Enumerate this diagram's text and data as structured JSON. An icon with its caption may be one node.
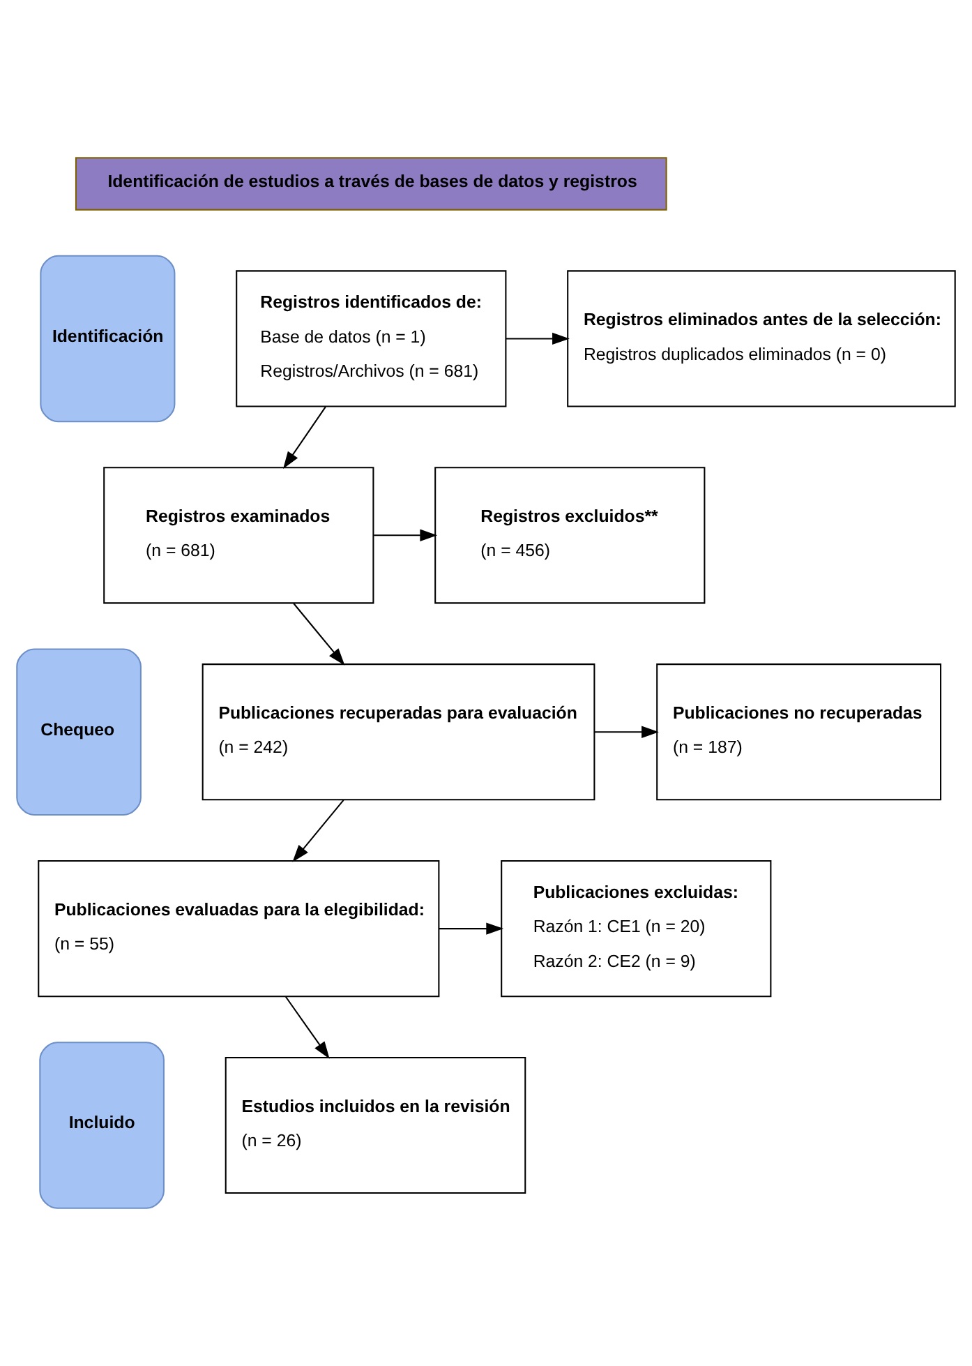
{
  "diagram": {
    "nodes": [
      {
        "text": [
          "Identificación de estudios a través de bases de datos y registros"
        ]
      },
      {
        "text": [
          "Identificación"
        ]
      },
      {
        "text": [
          "Chequeo"
        ]
      },
      {
        "text": [
          "Incluido"
        ]
      },
      {
        "text": [
          "Registros identificados de:",
          "Base de datos (n = 1)",
          "Registros/Archivos (n = 681)"
        ]
      },
      {
        "text": [
          "Registros eliminados antes de la selección:",
          "Registros duplicados eliminados (n = 0)"
        ]
      },
      {
        "text": [
          "Registros examinados",
          "(n = 681)"
        ]
      },
      {
        "text": [
          "Registros excluidos**",
          "(n = 456)"
        ]
      },
      {
        "text": [
          "Publicaciones recuperadas para evaluación",
          "(n = 242)"
        ]
      },
      {
        "text": [
          "Publicaciones no recuperadas",
          "(n = 187)"
        ]
      },
      {
        "text": [
          "Publicaciones evaluadas para la elegibilidad:",
          "(n = 55)"
        ]
      },
      {
        "text": [
          "Publicaciones excluidas:",
          "Razón 1: CE1 (n = 20)",
          "Razón 2: CE2 (n = 9)"
        ]
      },
      {
        "text": [
          "Estudios incluidos en la revisión",
          "(n = 26)"
        ]
      }
    ],
    "edges": [
      {
        "from": 4,
        "to": 5,
        "arrow": "to"
      },
      {
        "from": 4,
        "to": 6,
        "arrow": "to"
      },
      {
        "from": 6,
        "to": 7,
        "arrow": "to"
      },
      {
        "from": 6,
        "to": 8,
        "arrow": "to"
      },
      {
        "from": 8,
        "to": 9,
        "arrow": "to"
      },
      {
        "from": 8,
        "to": 10,
        "arrow": "to"
      },
      {
        "from": 10,
        "to": 11,
        "arrow": "to"
      },
      {
        "from": 10,
        "to": 12,
        "arrow": "to"
      }
    ]
  }
}
